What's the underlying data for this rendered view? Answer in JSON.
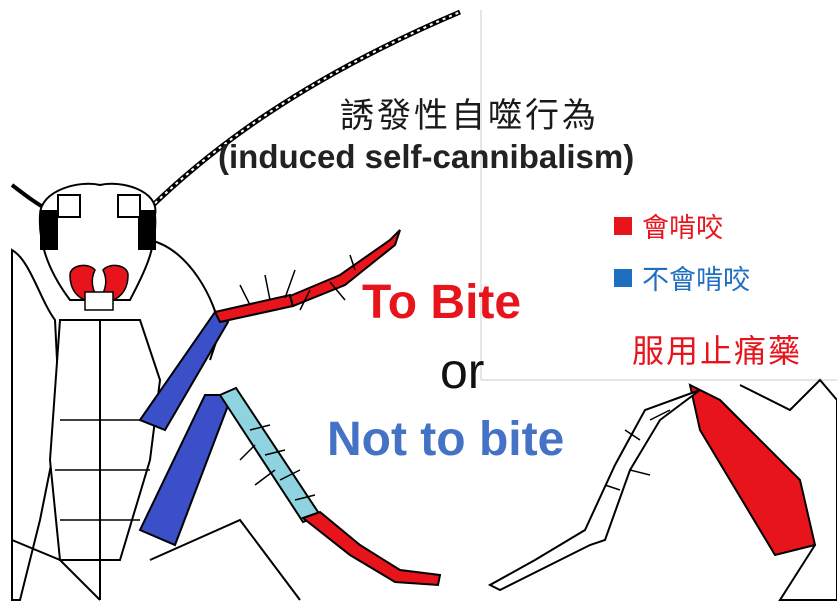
{
  "title": {
    "chinese": "誘發性自噬行為",
    "english": "(induced self-cannibalism)"
  },
  "center_text": {
    "to_bite": "To Bite",
    "or": "or",
    "not_to_bite": "Not to bite"
  },
  "legend": [
    {
      "label": "會啃咬",
      "color": "#e8141c"
    },
    {
      "label": "不會啃咬",
      "color": "#1f6fc0"
    }
  ],
  "painkiller_note": "服用止痛藥",
  "colors": {
    "bite": "#e8141c",
    "not_bite": "#4472c4",
    "leg_blue": "#3a4fc8",
    "leg_lightblue": "#8fd3e0",
    "outline": "#000000"
  },
  "icons": [
    "cockroach-head-illustration",
    "cockroach-leg-illustration",
    "antenna-illustration"
  ]
}
